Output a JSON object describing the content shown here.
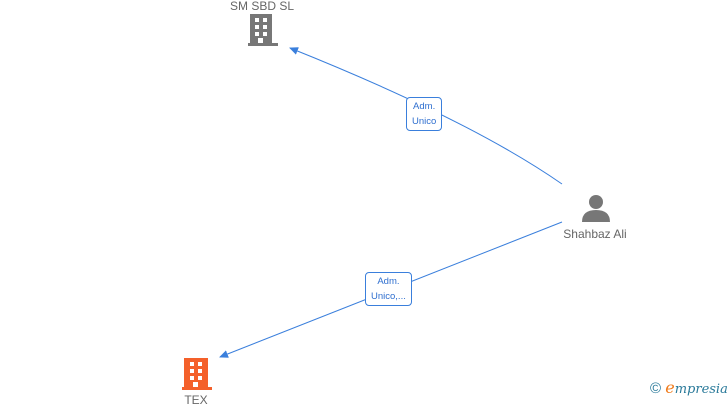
{
  "nodes": {
    "company1": {
      "label": "SM SBD SL",
      "color": "#777777",
      "icon": "building-icon"
    },
    "company2": {
      "label": "TEX",
      "color": "#f4602a",
      "icon": "building-icon"
    },
    "person": {
      "label": "Shahbaz Ali",
      "color": "#777777",
      "icon": "person-icon"
    }
  },
  "edges": [
    {
      "label_line1": "Adm.",
      "label_line2": "Unico"
    },
    {
      "label_line1": "Adm.",
      "label_line2": "Unico,..."
    }
  ],
  "edge_color": "#3a7fdc",
  "brand": {
    "copyright": "©",
    "initial": "e",
    "rest": "mpresia"
  }
}
